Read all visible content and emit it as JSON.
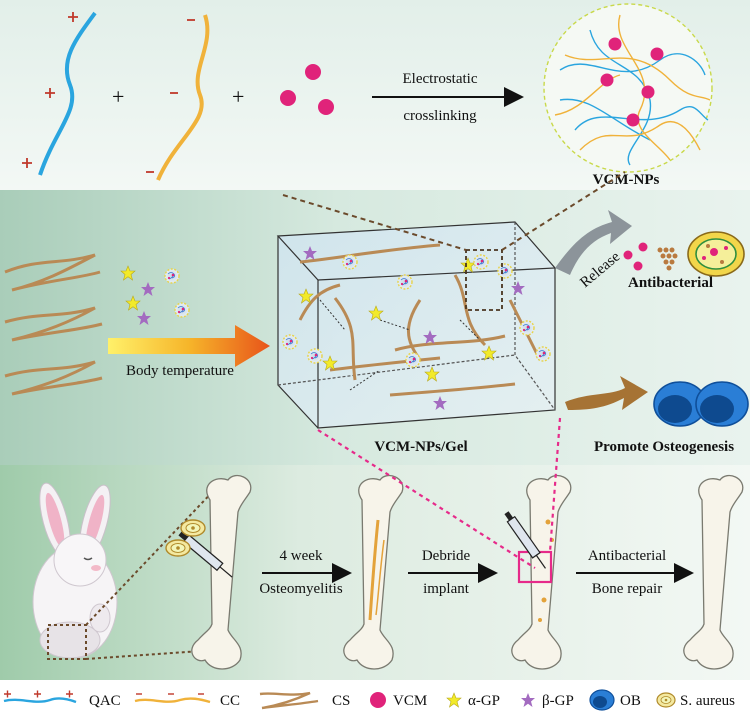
{
  "top": {
    "arrow_label_1": "Electrostatic",
    "arrow_label_2": "crosslinking",
    "product": "VCM-NPs"
  },
  "middle": {
    "trigger": "Body temperature",
    "gel": "VCM-NPs/Gel",
    "release": "Release",
    "antibacterial": "Antibacterial",
    "osteogenesis": "Promote Osteogenesis"
  },
  "bottom": {
    "step1_line1": "4 week",
    "step1_line2": "Osteomyelitis",
    "step2_line1": "Debride",
    "step2_line2": "implant",
    "step3_line1": "Antibacterial",
    "step3_line2": "Bone repair"
  },
  "legend": {
    "qac": "QAC",
    "cc": "CC",
    "cs": "CS",
    "vcm": "VCM",
    "agp": "α-GP",
    "bgp": "β-GP",
    "ob": "OB",
    "saureus": "S. aureus"
  },
  "colors": {
    "qac": "#2aa5df",
    "cc": "#f0b23a",
    "cs": "#b98a55",
    "vcm": "#e0237a",
    "agp": "#f2ea2a",
    "bgp": "#a36bc0",
    "ob": "#2a7ed6",
    "highlight": "#e62a8a"
  }
}
